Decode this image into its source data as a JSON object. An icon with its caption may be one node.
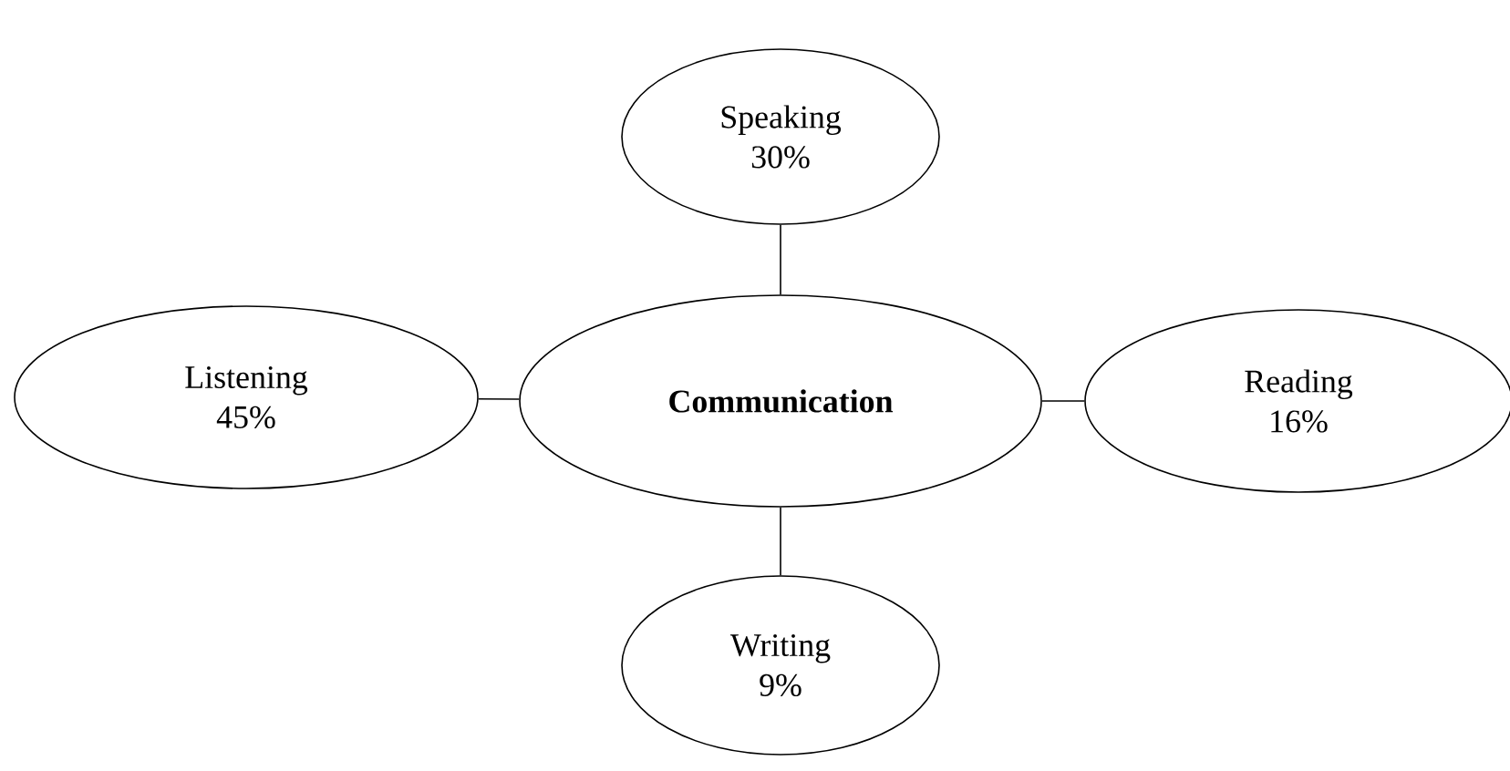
{
  "diagram": {
    "nodes": [
      {
        "text": [
          "Speaking",
          "30%"
        ]
      },
      {
        "text": [
          "Listening",
          "45%"
        ]
      },
      {
        "text": [
          "Communication"
        ]
      },
      {
        "text": [
          "Reading",
          "16%"
        ]
      },
      {
        "text": [
          "Writing",
          "9%"
        ]
      }
    ],
    "edges": [
      {
        "from": 2,
        "to": 0,
        "arrow": "none"
      },
      {
        "from": 2,
        "to": 1,
        "arrow": "none"
      },
      {
        "from": 2,
        "to": 3,
        "arrow": "none"
      },
      {
        "from": 2,
        "to": 4,
        "arrow": "none"
      }
    ]
  }
}
